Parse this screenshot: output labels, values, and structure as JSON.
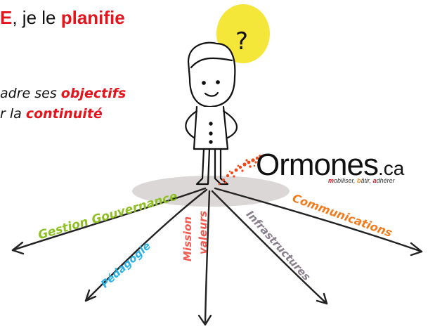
{
  "headline": {
    "part1": "E",
    "part2": ", je le ",
    "part3": "planifie"
  },
  "text_lines": {
    "line1_prefix": "adre ses ",
    "line1_keyword": "objectifs",
    "line2_prefix": "r la ",
    "line2_keyword": "continuité"
  },
  "figure": {
    "thought_mark": "?"
  },
  "logo": {
    "name": "Ormones",
    "suffix": ".ca",
    "tagline_m": "m",
    "tagline_1": "obiliser, ",
    "tagline_b": "b",
    "tagline_2": "âtir, ",
    "tagline_a": "a",
    "tagline_3": "dhérer"
  },
  "branches": {
    "gestion": "Gestion Gouvernance",
    "pedagogie": "Pédagogie",
    "mission": "Mission",
    "valeurs": "valeurs",
    "infrastructures": "Infrastructures",
    "communications": "Communications"
  },
  "colors": {
    "gestion": "#8dc021",
    "pedagogie": "#2ab3e6",
    "mission": "#f05a50",
    "infrastructures": "#8a7f8d",
    "communications": "#f07c1e",
    "accent_red": "#e3141c",
    "bulb": "#f5e63a"
  }
}
